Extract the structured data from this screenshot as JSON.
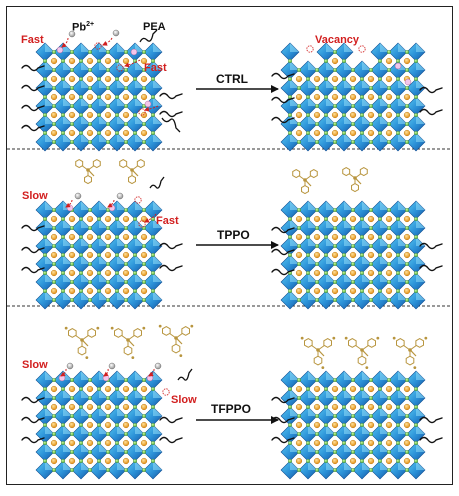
{
  "labels": {
    "fast": "Fast",
    "slow": "Slow",
    "pb_ion": "Pb",
    "pb_ion_charge": "2+",
    "pea": "PEA",
    "vacancy": "Vacancy"
  },
  "panels": [
    {
      "method": "CTRL"
    },
    {
      "method": "TPPO"
    },
    {
      "method": "TFPPO"
    }
  ],
  "colors": {
    "octahedron_light": "#4fc3f0",
    "octahedron_dark": "#1565c0",
    "halide": "#7ed957",
    "a_site": "#f5a623",
    "vacancy_ring": "#d21f1f",
    "annotation": "#d21f1f",
    "ligand": "#b8953e"
  }
}
